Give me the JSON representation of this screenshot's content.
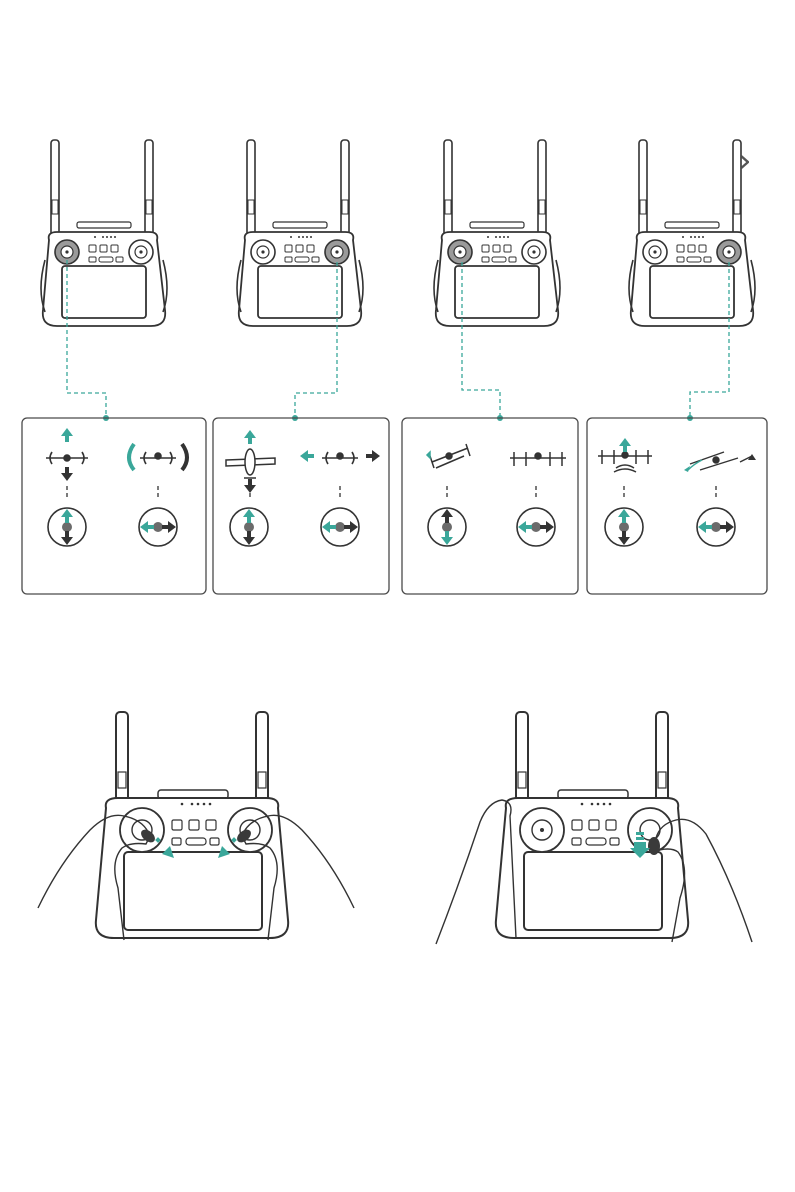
{
  "colors": {
    "accent": "#3aa79a",
    "line": "#333333",
    "stick": "#6b6b6b",
    "panel_border": "#4a4a4a"
  },
  "controllers_top": [
    {
      "highlight": "left"
    },
    {
      "highlight": "right"
    },
    {
      "highlight": "left"
    },
    {
      "highlight": "right"
    }
  ],
  "panels": [
    {
      "icons": [
        "airplane-front-icon",
        "airplane-roll-icon"
      ]
    },
    {
      "icons": [
        "airplane-top-icon",
        "airplane-side-icon"
      ]
    },
    {
      "icons": [
        "drone-tilt-icon",
        "drone-front-icon"
      ]
    },
    {
      "icons": [
        "drone-lift-icon",
        "drone-side-move-icon"
      ]
    }
  ],
  "hand_illustrations": [
    {
      "name": "both-sticks-inward"
    },
    {
      "name": "right-stick-down"
    }
  ],
  "page_mark": "›"
}
